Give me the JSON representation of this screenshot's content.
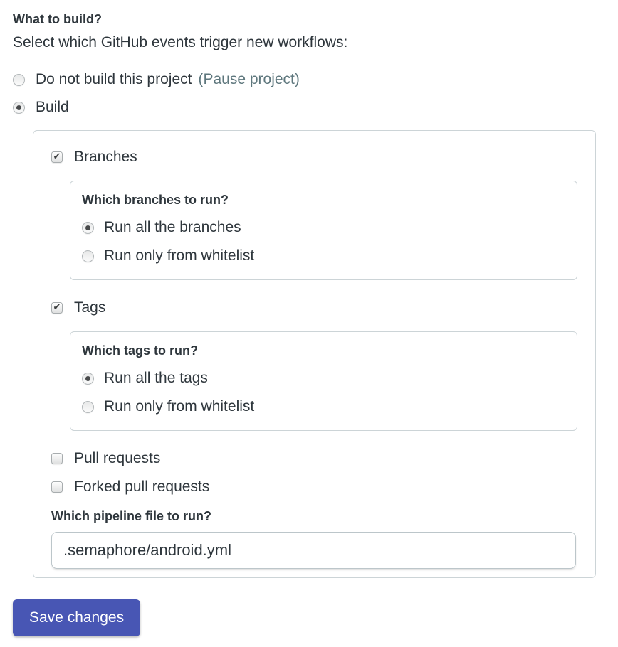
{
  "page": {
    "title": "What to build?",
    "subtitle": "Select which GitHub events trigger new workflows:"
  },
  "build_options": {
    "pause": {
      "label": "Do not build this project",
      "link_label": "(Pause project)",
      "selected": false
    },
    "build": {
      "label": "Build",
      "selected": true
    }
  },
  "panel": {
    "branches": {
      "label": "Branches",
      "checked": true,
      "question": "Which branches to run?",
      "options": [
        {
          "label": "Run all the branches",
          "selected": true
        },
        {
          "label": "Run only from whitelist",
          "selected": false
        }
      ]
    },
    "tags": {
      "label": "Tags",
      "checked": true,
      "question": "Which tags to run?",
      "options": [
        {
          "label": "Run all the tags",
          "selected": true
        },
        {
          "label": "Run only from whitelist",
          "selected": false
        }
      ]
    },
    "pull_requests": {
      "label": "Pull requests",
      "checked": false
    },
    "forked_pull_requests": {
      "label": "Forked pull requests",
      "checked": false
    },
    "pipeline": {
      "question": "Which pipeline file to run?",
      "value": ".semaphore/android.yml"
    }
  },
  "actions": {
    "save_label": "Save changes"
  },
  "colors": {
    "accent_button": "#4856b4",
    "link_muted": "#5e777d",
    "text": "#2e363c",
    "panel_border": "#ccd4d7"
  }
}
